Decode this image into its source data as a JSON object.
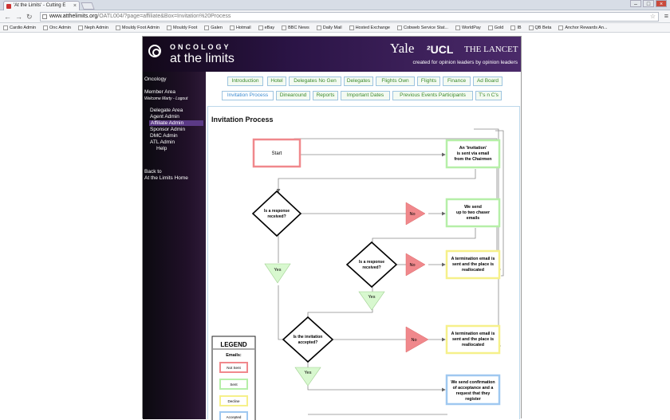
{
  "browser": {
    "tab_title": "'At the Limits' - Cutting E",
    "url_domain": "www.atthelimits.org",
    "url_path": "/OATL004/?page=affiliate&Box=Invitation%20Process",
    "bookmarks": [
      "Cardio Admin",
      "Onc Admin",
      "Neph Admin",
      "Mouldy Foot Admin",
      "Mouldy Foot",
      "Galen",
      "Hotmail",
      "eBay",
      "BBC News",
      "Daily Mail",
      "Hosted Exchange",
      "Cobweb Service Stat...",
      "WorldPay",
      "Gold",
      "IB",
      "QB Beta",
      "Anchor Rewards An..."
    ]
  },
  "header": {
    "logo_line1": "ONCOLOGY",
    "logo_line2": "at the limits",
    "partner1": "Yale",
    "partner2": "²UCL",
    "partner3": "THE LANCET",
    "tagline": "created for opinion leaders by opinion leaders"
  },
  "sidebar": {
    "section": "Oncology",
    "member_area": "Member Area",
    "welcome": "Welcome Marty - Logout",
    "items": [
      "Delegate Area",
      "Agent Admin",
      "Affiliate Admin",
      "Sponsor Admin",
      "DMC Admin",
      "ATL Admin",
      "Help"
    ],
    "back1": "Back to",
    "back2": "At the Limits Home"
  },
  "tabs": {
    "row1": [
      "Introduction",
      "Hotel",
      "Delegates No Gen",
      "Delegates",
      "Flights Own",
      "Flights",
      "Finance",
      "Ad Board"
    ],
    "row2": [
      "Invitation Process",
      "Dinearound",
      "Reports",
      "Important Dates",
      "Previous Events Participants",
      "T's n C's"
    ]
  },
  "page_title": "Invitation Process",
  "flow": {
    "start": "Start",
    "invite": [
      "An 'Invitation'",
      "is sent via email",
      "from the Chairmen"
    ],
    "q1": [
      "Is a response",
      "received?"
    ],
    "chaser": [
      "We send",
      "up to two chaser",
      "emails"
    ],
    "q2": [
      "Is a response",
      "received?"
    ],
    "term1": [
      "A termination email is",
      "sent and the place is",
      "reallocated"
    ],
    "q3": [
      "Is the invitation",
      "accepted?"
    ],
    "term2": [
      "A termination email is",
      "sent and the place is",
      "reallocated"
    ],
    "confirm": [
      "We send confirmation",
      "of acceptance and a",
      "request that they",
      "register"
    ],
    "no": "No",
    "yes": "Yes"
  },
  "legend": {
    "title": "LEGEND",
    "subtitle": "Emails:",
    "items": [
      "Not Sent",
      "Sent",
      "Decline",
      "Accepted"
    ]
  },
  "colors": {
    "red_border": "#f0888c",
    "green_border": "#b6efa8",
    "yellow_border": "#f6f08a",
    "blue_border": "#9fc8f0",
    "purple_active": "#5b3a86"
  }
}
